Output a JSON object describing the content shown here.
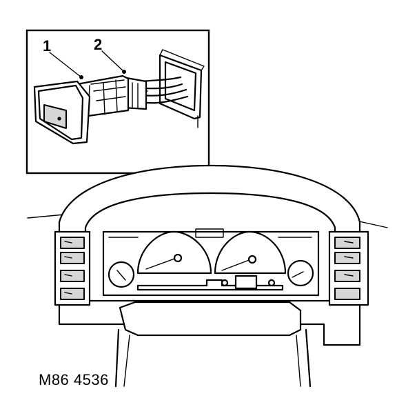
{
  "callouts": [
    {
      "id": "1",
      "text": "1"
    },
    {
      "id": "2",
      "text": "2"
    }
  ],
  "figure_ref": "M86 4536"
}
